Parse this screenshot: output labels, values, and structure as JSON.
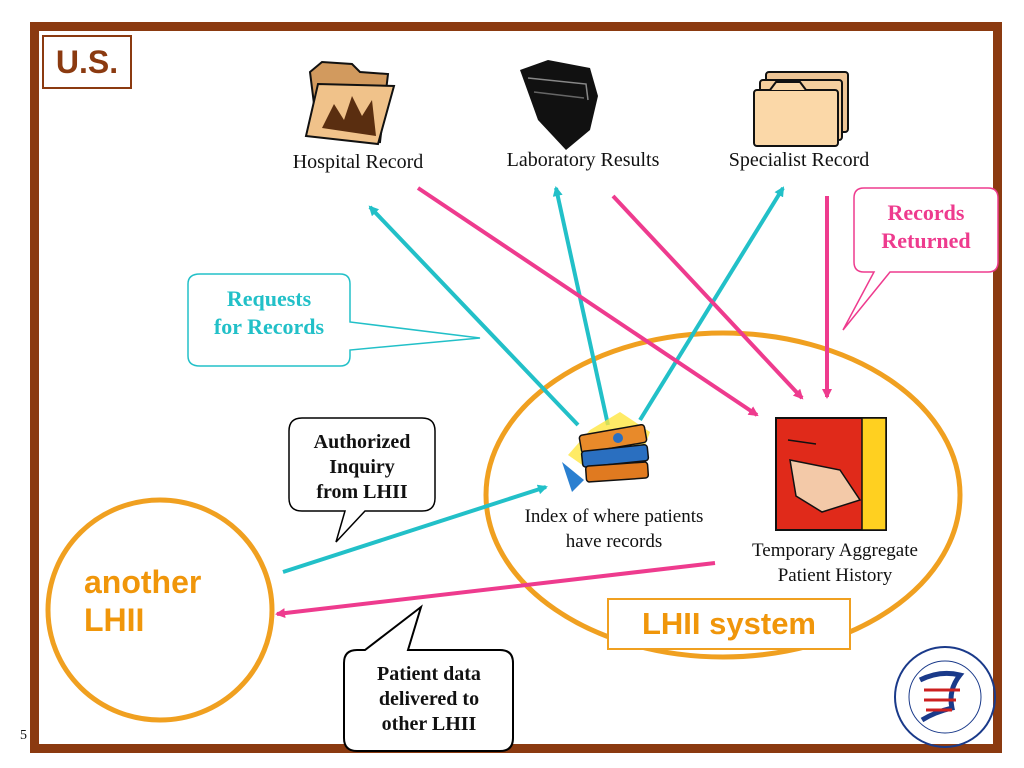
{
  "slide": {
    "title": "U.S.",
    "page_number": "5"
  },
  "sources": {
    "hospital": "Hospital Record",
    "laboratory": "Laboratory Results",
    "specialist": "Specialist Record"
  },
  "callouts": {
    "requests": [
      "Requests",
      "for Records"
    ],
    "returned": [
      "Records",
      "Returned"
    ],
    "inquiry": [
      "Authorized",
      "Inquiry",
      "from LHII"
    ],
    "delivered": [
      "Patient data",
      "delivered to",
      "other LHII"
    ]
  },
  "nodes": {
    "index": [
      "Index of where patients",
      "have records"
    ],
    "aggregate": [
      "Temporary Aggregate",
      "Patient History"
    ],
    "system": "LHII system",
    "other": [
      "another",
      "LHII"
    ]
  },
  "colors": {
    "frame": "#8b3a10",
    "request_arrow": "#22c0c8",
    "return_arrow": "#ee3b8e",
    "ellipse": "#f0a020",
    "label_orange": "#f0960a"
  },
  "icons": {
    "hospital": "folder-icon",
    "laboratory": "black-folder-icon",
    "specialist": "stacked-folders-icon",
    "index": "books-icon",
    "aggregate": "hand-folder-icon",
    "logo": "hhs-seal-logo"
  }
}
